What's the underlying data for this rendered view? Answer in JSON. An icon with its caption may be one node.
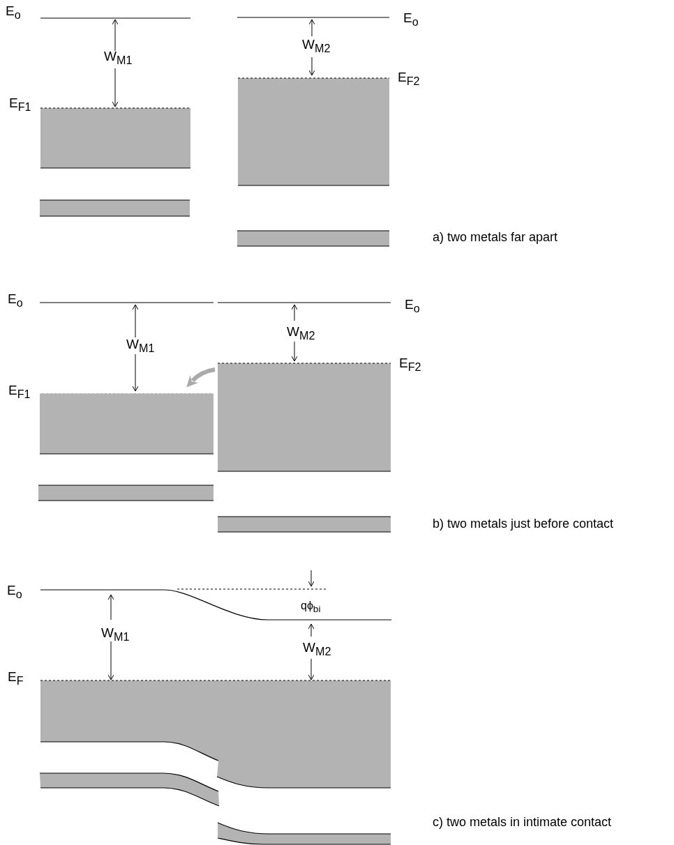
{
  "diagram": {
    "labels": [
      "E$_{o}$",
      "E$_{o}$",
      "W$_{M2}$",
      "W$_{M1}$",
      "E$_{F2}$",
      "E$_{F1}$",
      "a) two metals far apart",
      "E$_{o}$",
      "E$_{o}$",
      "W$_{M2}$",
      "W$_{M1}$",
      "E$_{F2}$",
      "E$_{F1}$",
      "b) two metals just before contact",
      "E$_{o}$",
      "qϕ$_{bi}$",
      "W$_{M1}$",
      "W$_{M2}$",
      "E$_{F}$",
      "c) two metals in intimate contact"
    ]
  }
}
